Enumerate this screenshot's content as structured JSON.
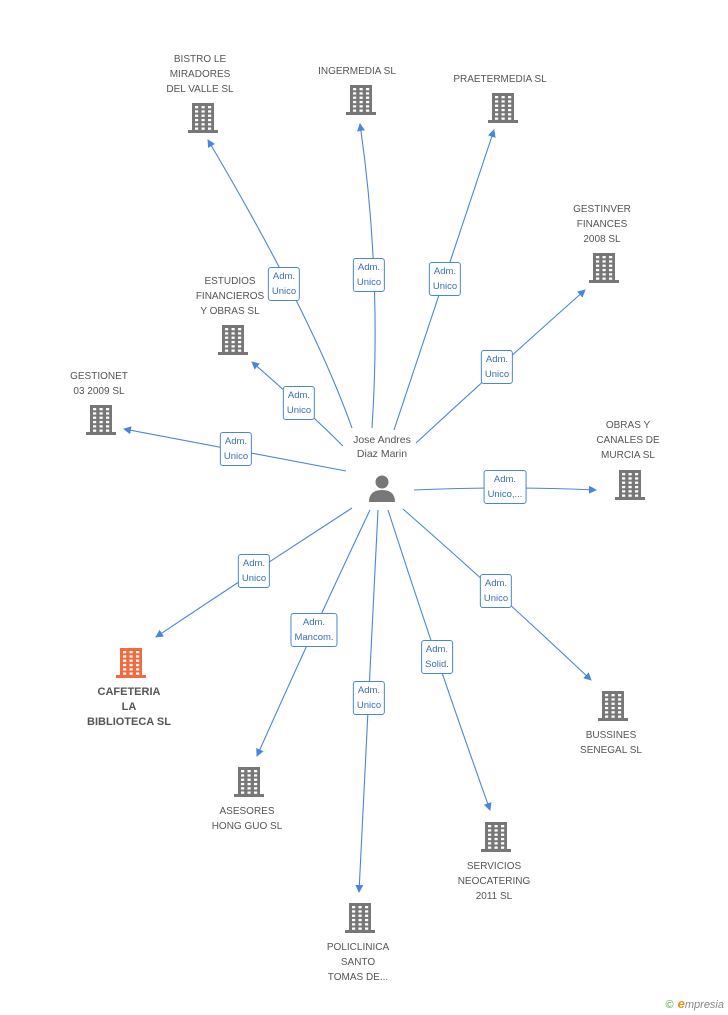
{
  "center": {
    "label": "Jose Andres\nDiaz Marin",
    "icon": "person-icon"
  },
  "nodes": [
    {
      "id": "bistro",
      "label": "BISTRO LE\nMIRADORES\nDEL VALLE SL",
      "highlight": false
    },
    {
      "id": "ingermedia",
      "label": "INGERMEDIA SL",
      "highlight": false
    },
    {
      "id": "praetermedia",
      "label": "PRAETERMEDIA SL",
      "highlight": false
    },
    {
      "id": "gestinver",
      "label": "GESTINVER\nFINANCES\n2008 SL",
      "highlight": false
    },
    {
      "id": "estudios",
      "label": "ESTUDIOS\nFINANCIEROS\nY OBRAS SL",
      "highlight": false
    },
    {
      "id": "gestionet",
      "label": "GESTIONET\n03 2009 SL",
      "highlight": false
    },
    {
      "id": "obras",
      "label": "OBRAS Y\nCANALES DE\nMURCIA SL",
      "highlight": false
    },
    {
      "id": "cafeteria",
      "label": "CAFETERIA\nLA\nBIBLIOTECA SL",
      "highlight": true
    },
    {
      "id": "bussines",
      "label": "BUSSINES\nSENEGAL SL",
      "highlight": false
    },
    {
      "id": "asesores",
      "label": "ASESORES\nHONG GUO SL",
      "highlight": false
    },
    {
      "id": "servicios",
      "label": "SERVICIOS\nNEOCATERING\n2011  SL",
      "highlight": false
    },
    {
      "id": "policlinica",
      "label": "POLICLINICA\nSANTO\nTOMAS DE...",
      "highlight": false
    }
  ],
  "relations": [
    {
      "target": "bistro",
      "label": "Adm.\nUnico"
    },
    {
      "target": "ingermedia",
      "label": "Adm.\nUnico"
    },
    {
      "target": "praetermedia",
      "label": "Adm.\nUnico"
    },
    {
      "target": "gestinver",
      "label": "Adm.\nUnico"
    },
    {
      "target": "estudios",
      "label": "Adm.\nUnico"
    },
    {
      "target": "gestionet",
      "label": "Adm.\nUnico"
    },
    {
      "target": "obras",
      "label": "Adm.\nUnico,..."
    },
    {
      "target": "cafeteria",
      "label": "Adm.\nUnico"
    },
    {
      "target": "bussines",
      "label": "Adm.\nUnico"
    },
    {
      "target": "asesores",
      "label": "Adm.\nMancom."
    },
    {
      "target": "servicios",
      "label": "Adm.\nSolid."
    },
    {
      "target": "policlinica",
      "label": "Adm.\nUnico"
    }
  ],
  "colors": {
    "edge": "#4a86d8",
    "building": "#777777",
    "building_highlight": "#f26a3d",
    "person": "#777777"
  },
  "footer": {
    "copyright": "©",
    "brand_initial": "e",
    "brand_rest": "mpresia"
  }
}
